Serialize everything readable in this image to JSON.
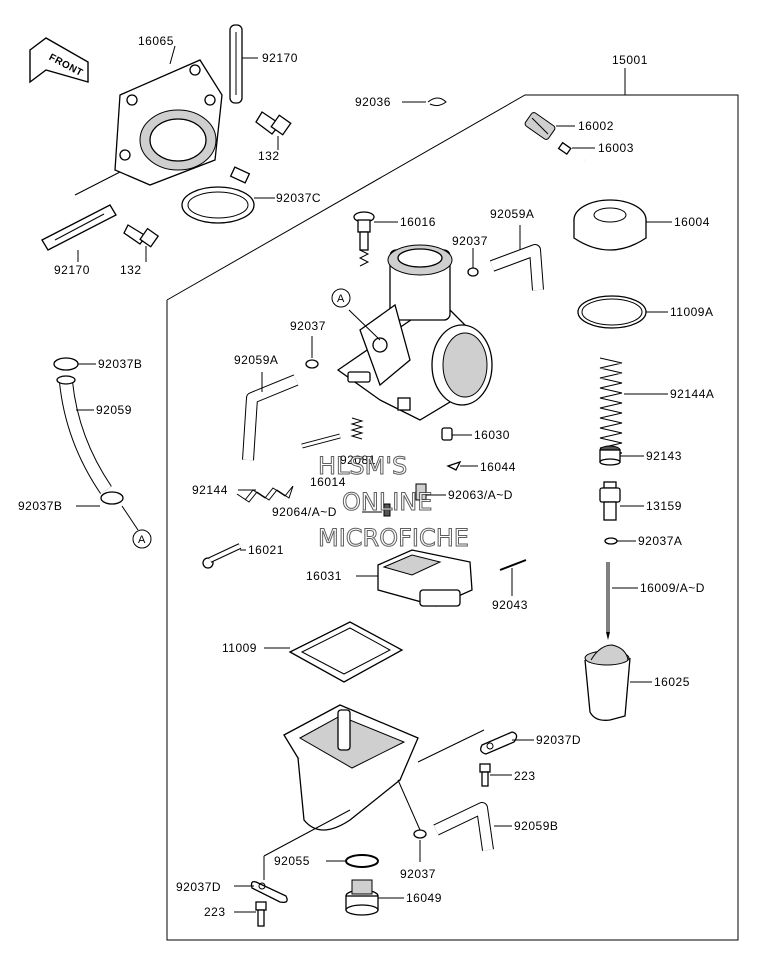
{
  "front_badge": "FRONT",
  "watermark": [
    "HLSM'S",
    "ONLINE",
    "MICROFICHE"
  ],
  "callout_a": "A",
  "labels": {
    "p16065": "16065",
    "p92170_top": "92170",
    "p92036": "92036",
    "p15001": "15001",
    "p132_top": "132",
    "p16002": "16002",
    "p16003": "16003",
    "p92037c": "92037C",
    "p16016": "16016",
    "p92059a_top": "92059A",
    "p92037_top": "92037",
    "p16004": "16004",
    "p92170_bot": "92170",
    "p132_bot": "132",
    "p11009a": "11009A",
    "p92037_mid": "92037",
    "p92037b_top": "92037B",
    "p92059a_left": "92059A",
    "p92144a": "92144A",
    "p92059": "92059",
    "p16030": "16030",
    "p92081": "92081",
    "p16044": "16044",
    "p92143": "92143",
    "p92144": "92144",
    "p16014": "16014",
    "p92063": "92063/A~D",
    "p92037b_bot": "92037B",
    "p92064": "92064/A~D",
    "p13159": "13159",
    "p92037a": "92037A",
    "p16021": "16021",
    "p16031": "16031",
    "p16009": "16009/A~D",
    "p92043": "92043",
    "p11009": "11009",
    "p16025": "16025",
    "p92037d_r": "92037D",
    "p223_r": "223",
    "p92059b": "92059B",
    "p92055": "92055",
    "p92037_bot": "92037",
    "p92037d_l": "92037D",
    "p223_l": "223",
    "p16049": "16049"
  }
}
